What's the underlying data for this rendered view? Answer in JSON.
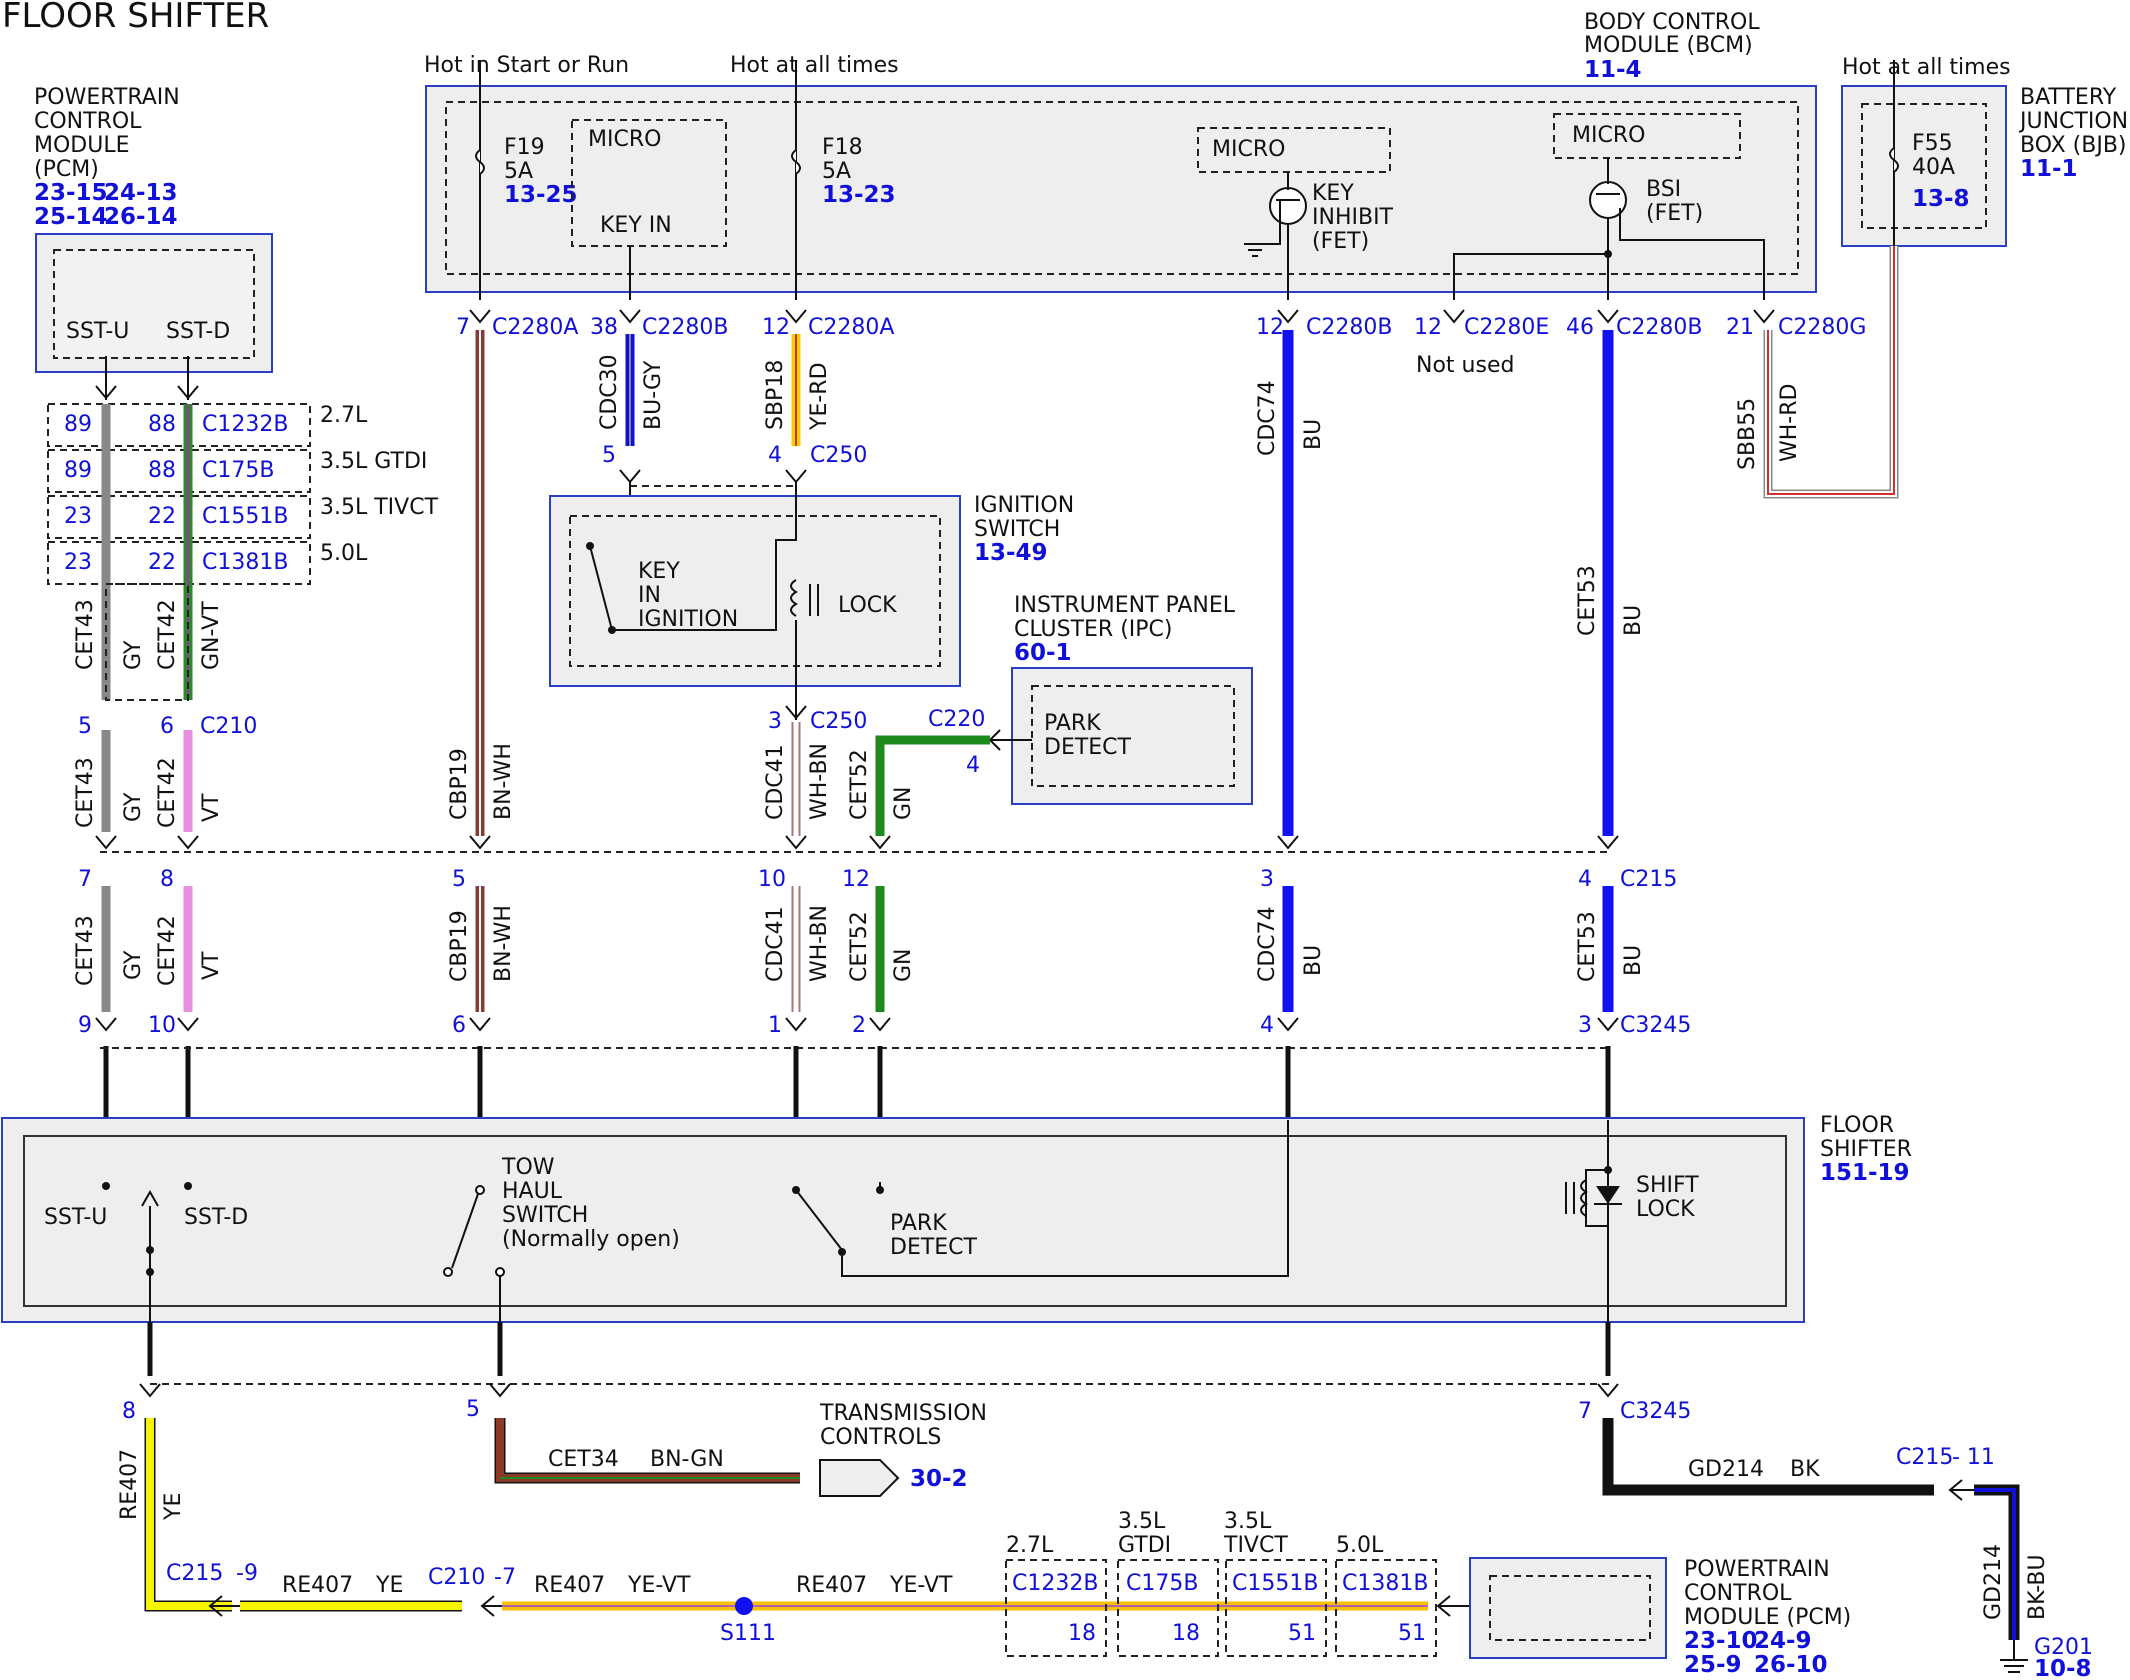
{
  "title": "FLOOR SHIFTER",
  "modules": {
    "pcm_top": {
      "l1": "POWERTRAIN",
      "l2": "CONTROL",
      "l3": "MODULE",
      "l4": "(PCM)",
      "r1a": "23-15",
      "r1b": "24-13",
      "r2a": "25-14",
      "r2b": "26-14",
      "pin_u": "SST-U",
      "pin_d": "SST-D"
    },
    "bcm": {
      "l1": "BODY CONTROL",
      "l2": "MODULE (BCM)",
      "ref": "11-4",
      "hot_run": "Hot in Start or Run",
      "hot_all": "Hot at all times",
      "f19": "F19",
      "f19a": "5A",
      "f19r": "13-25",
      "f18": "F18",
      "f18a": "5A",
      "f18r": "13-23",
      "micro1": "MICRO",
      "keyin": "KEY IN",
      "micro2": "MICRO",
      "keyinh1": "KEY",
      "keyinh2": "INHIBIT",
      "keyinh3": "(FET)",
      "micro3": "MICRO",
      "bsi1": "BSI",
      "bsi2": "(FET)"
    },
    "bjb": {
      "hot": "Hot at all times",
      "l1": "BATTERY",
      "l2": "JUNCTION",
      "l3": "BOX (BJB)",
      "ref": "11-1",
      "fuse": "F55",
      "amp": "40A",
      "fref": "13-8"
    },
    "ign": {
      "l1": "IGNITION",
      "l2": "SWITCH",
      "ref": "13-49",
      "k1": "KEY",
      "k2": "IN",
      "k3": "IGNITION",
      "lock": "LOCK"
    },
    "ipc": {
      "l1": "INSTRUMENT PANEL",
      "l2": "CLUSTER (IPC)",
      "ref": "60-1",
      "p1": "PARK",
      "p2": "DETECT"
    },
    "floor": {
      "l1": "FLOOR",
      "l2": "SHIFTER",
      "ref": "151-19",
      "sstu": "SST-U",
      "sstd": "SST-D",
      "tow1": "TOW",
      "tow2": "HAUL",
      "tow3": "SWITCH",
      "tow4": "(Normally open)",
      "park1": "PARK",
      "park2": "DETECT",
      "shift1": "SHIFT",
      "shift2": "LOCK"
    },
    "trans": {
      "l1": "TRANSMISSION",
      "l2": "CONTROLS",
      "ref": "30-2"
    },
    "pcm_bot": {
      "l1": "POWERTRAIN",
      "l2": "CONTROL",
      "l3": "MODULE (PCM)",
      "r1a": "23-10",
      "r1b": "24-9",
      "r2a": "25-9",
      "r2b": "26-10"
    }
  },
  "engines": [
    "2.7L",
    "3.5L GTDI",
    "3.5L TIVCT",
    "5.0L"
  ],
  "pcm_conn": [
    {
      "a": "89",
      "b": "88",
      "c": "C1232B"
    },
    {
      "a": "89",
      "b": "88",
      "c": "C175B"
    },
    {
      "a": "23",
      "b": "22",
      "c": "C1551B"
    },
    {
      "a": "23",
      "b": "22",
      "c": "C1381B"
    }
  ],
  "wires": {
    "cet43": "CET43",
    "gy": "GY",
    "cet42": "CET42",
    "gnvt": "GN-VT",
    "vt": "VT",
    "cbp19": "CBP19",
    "bnwh": "BN-WH",
    "cdc30": "CDC30",
    "bugy": "BU-GY",
    "sbp18": "SBP18",
    "yerd": "YE-RD",
    "cdc41": "CDC41",
    "whbn": "WH-BN",
    "cet52": "CET52",
    "gn": "GN",
    "cdc74": "CDC74",
    "bu": "BU",
    "cet53": "CET53",
    "sbb55": "SBB55",
    "whrd": "WH-RD",
    "re407": "RE407",
    "ye": "YE",
    "yevt": "YE-VT",
    "cet34": "CET34",
    "bngn": "BN-GN",
    "gd214": "GD214",
    "bk": "BK",
    "bkbu": "BK-BU"
  },
  "conns": {
    "p7": "7",
    "c2280a": "C2280A",
    "p38": "38",
    "c2280b": "C2280B",
    "p12": "12",
    "p12b": "12",
    "p12e": "12",
    "c2280e": "C2280E",
    "not_used": "Not used",
    "p46": "46",
    "p21": "21",
    "c2280g": "C2280G",
    "p5": "5",
    "p4": "4",
    "c250": "C250",
    "p3": "3",
    "c220": "C220",
    "p4b": "4",
    "p5b": "5",
    "p6b": "6",
    "c210": "C210",
    "p7b": "7",
    "p8b": "8",
    "p5c": "5",
    "p10": "10",
    "p12c": "12",
    "p3b": "3",
    "p4c": "4",
    "c215": "C215",
    "p9": "9",
    "p10b": "10",
    "p6": "6",
    "p1": "1",
    "p2": "2",
    "p4d": "4",
    "p3c": "3",
    "c3245": "C3245",
    "p8": "8",
    "p5d": "5",
    "p7c": "7",
    "c3245b": "C3245",
    "c215b": "C215",
    "d9": "-9",
    "c210b": "C210",
    "d7": "-7",
    "s111": "S111",
    "c215c": "C215",
    "d11": "- 11",
    "e1": "2.7L",
    "e2a": "3.5L",
    "e2b": "GTDI",
    "e3a": "3.5L",
    "e3b": "TIVCT",
    "e4": "5.0L",
    "bc1": "C1232B",
    "bc2": "C175B",
    "bc3": "C1551B",
    "bc4": "C1381B",
    "bp1": "18",
    "bp2": "18",
    "bp3": "51",
    "bp4": "51",
    "g201": "G201",
    "g201r": "10-8"
  }
}
